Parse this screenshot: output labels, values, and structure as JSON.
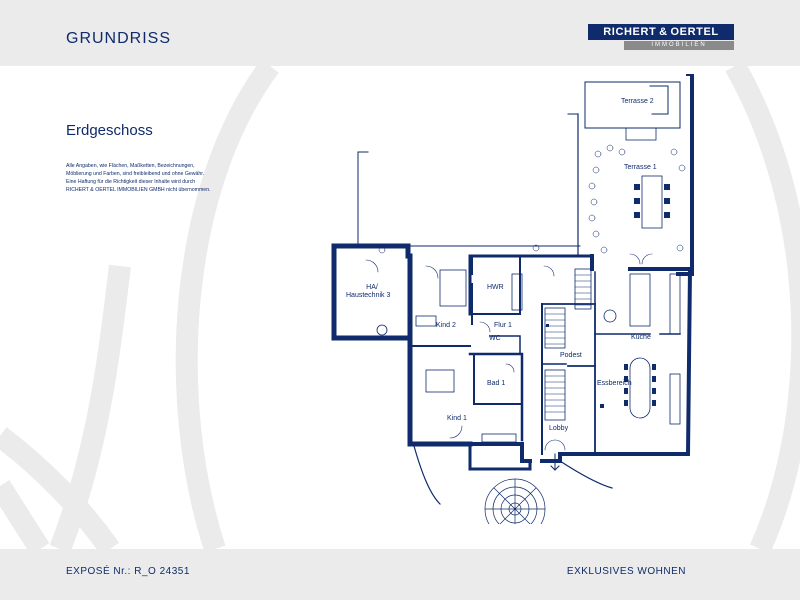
{
  "header": {
    "title": "GRUNDRISS",
    "logo_main": "RICHERT & OERTEL",
    "logo_sub": "IMMOBILIEN"
  },
  "section": {
    "title": "Erdgeschoss",
    "disclaimer_lines": [
      "Alle Angaben, wie Flächen, Maßketten, Bezeichnungen,",
      "Möblierung und Farben, sind freibleibend und ohne Gewähr.",
      "Eine Haftung für die Richtigkeit dieser Inhalte wird durch",
      "RICHERT & OERTEL IMMOBILIEN GMBH nicht übernommen."
    ]
  },
  "rooms": {
    "terrasse2": "Terrasse 2",
    "terrasse1": "Terrasse 1",
    "haustechnik_line1": "HA/",
    "haustechnik_line2": "Haustechnik 3",
    "hwr": "HWR",
    "kind2": "Kind 2",
    "flur1": "Flur 1",
    "wc": "WC",
    "kueche": "Küche",
    "podest": "Podest",
    "bad1": "Bad 1",
    "essbereich": "Essbereich",
    "kind1": "Kind 1",
    "lobby": "Lobby"
  },
  "footer": {
    "expose": "EXPOSÉ Nr.: R_O 24351",
    "tagline": "EXKLUSIVES WOHNEN"
  },
  "colors": {
    "navy": "#0f2b6b",
    "grey_band": "#ebebeb",
    "logo_grey": "#8a8a8a"
  }
}
